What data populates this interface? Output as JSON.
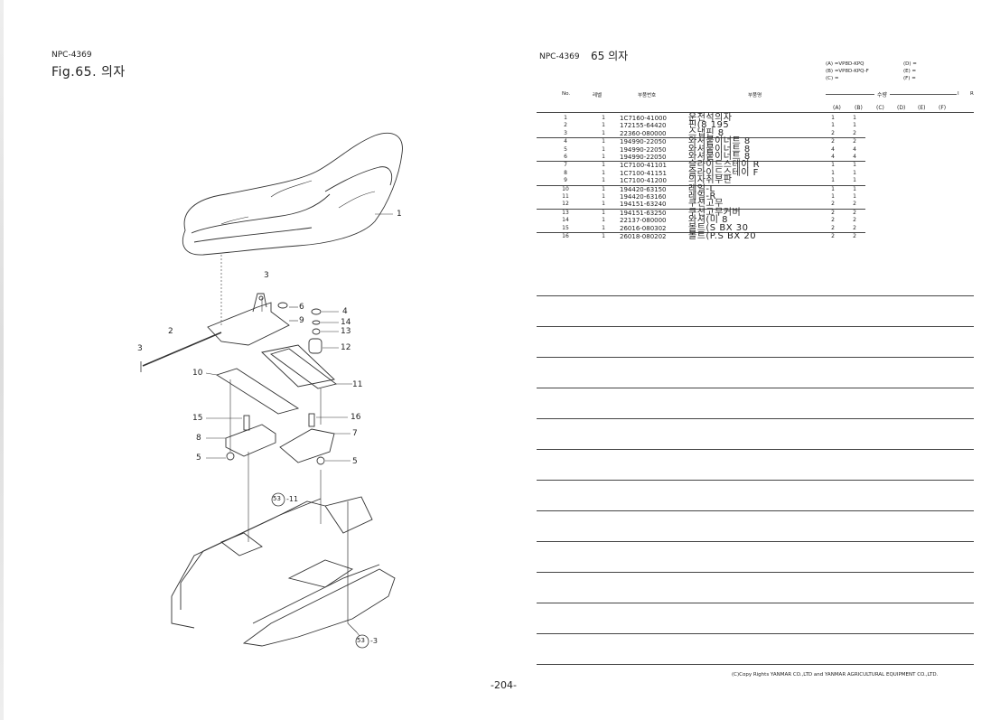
{
  "left_page": {
    "code": "NPC-4369",
    "figure_title": "Fig.65.  의자",
    "callouts": [
      "1",
      "2",
      "3",
      "3",
      "4",
      "5",
      "5",
      "6",
      "7",
      "8",
      "9",
      "10",
      "11",
      "12",
      "13",
      "14",
      "15",
      "16",
      "53",
      "-11",
      "53",
      "-3"
    ]
  },
  "right_page": {
    "code": "NPC-4369",
    "title": "65   의자",
    "models": {
      "a": "(A) =VP8D-KPQ",
      "d": "(D) =",
      "b": "(B) =VP8D-KPQ-F",
      "e": "(E) =",
      "c": "(C) =",
      "f": "(F) ="
    },
    "headers": {
      "no": "No.",
      "level": "레벨",
      "part_no": "부품번호",
      "part_name": "부품명",
      "qty": "수량",
      "r": "R",
      "cols": [
        "(A)",
        "(B)",
        "(C)",
        "(D)",
        "(E)",
        "(F)"
      ]
    },
    "rows": [
      {
        "no": "1",
        "lv": "1",
        "pn": "1C7160-41000",
        "name": "운전석의자",
        "a": "1",
        "b": "1",
        "sep": false
      },
      {
        "no": "2",
        "lv": "1",
        "pn": "172155-64420",
        "name": "핀(8  195",
        "a": "1",
        "b": "1",
        "sep": false
      },
      {
        "no": "3",
        "lv": "1",
        "pn": "22360-080000",
        "name": "스냅핀  8",
        "a": "2",
        "b": "2",
        "sep": false
      },
      {
        "no": "4",
        "lv": "1",
        "pn": "194990-22050",
        "name": "와셔붙이너트  8",
        "a": "2",
        "b": "2",
        "sep": true
      },
      {
        "no": "5",
        "lv": "1",
        "pn": "194990-22050",
        "name": "와셔붙이너트  8",
        "a": "4",
        "b": "4",
        "sep": false
      },
      {
        "no": "6",
        "lv": "1",
        "pn": "194990-22050",
        "name": "와셔붙이너트  8",
        "a": "4",
        "b": "4",
        "sep": false
      },
      {
        "no": "7",
        "lv": "1",
        "pn": "1C7100-41101",
        "name": "슬라이드스테이  R",
        "a": "1",
        "b": "1",
        "sep": true
      },
      {
        "no": "8",
        "lv": "1",
        "pn": "1C7100-41151",
        "name": "슬라이드스테이  F",
        "a": "1",
        "b": "1",
        "sep": false
      },
      {
        "no": "9",
        "lv": "1",
        "pn": "1C7100-41200",
        "name": "의자취부판",
        "a": "1",
        "b": "1",
        "sep": false
      },
      {
        "no": "10",
        "lv": "1",
        "pn": "194420-63150",
        "name": "레일-L",
        "a": "1",
        "b": "1",
        "sep": true
      },
      {
        "no": "11",
        "lv": "1",
        "pn": "194420-63160",
        "name": "레일-R",
        "a": "1",
        "b": "1",
        "sep": false
      },
      {
        "no": "12",
        "lv": "1",
        "pn": "194151-63240",
        "name": "쿠션고무",
        "a": "2",
        "b": "2",
        "sep": false
      },
      {
        "no": "13",
        "lv": "1",
        "pn": "194151-63250",
        "name": "쿠션고무커버",
        "a": "2",
        "b": "2",
        "sep": true
      },
      {
        "no": "14",
        "lv": "1",
        "pn": "22137-080000",
        "name": "와셔(미  8",
        "a": "2",
        "b": "2",
        "sep": false
      },
      {
        "no": "15",
        "lv": "1",
        "pn": "26016-080302",
        "name": "볼트(S  BX  30",
        "a": "2",
        "b": "2",
        "sep": false
      },
      {
        "no": "16",
        "lv": "1",
        "pn": "26018-080202",
        "name": "볼트(P.S  BX  20",
        "a": "2",
        "b": "2",
        "sep": true
      }
    ],
    "copyright": "(C)Copy Rights  YANMAR CO.,LTD and YANMAR AGRICULTURAL EQUIPMENT CO.,LTD.",
    "page_number": "-204-"
  }
}
